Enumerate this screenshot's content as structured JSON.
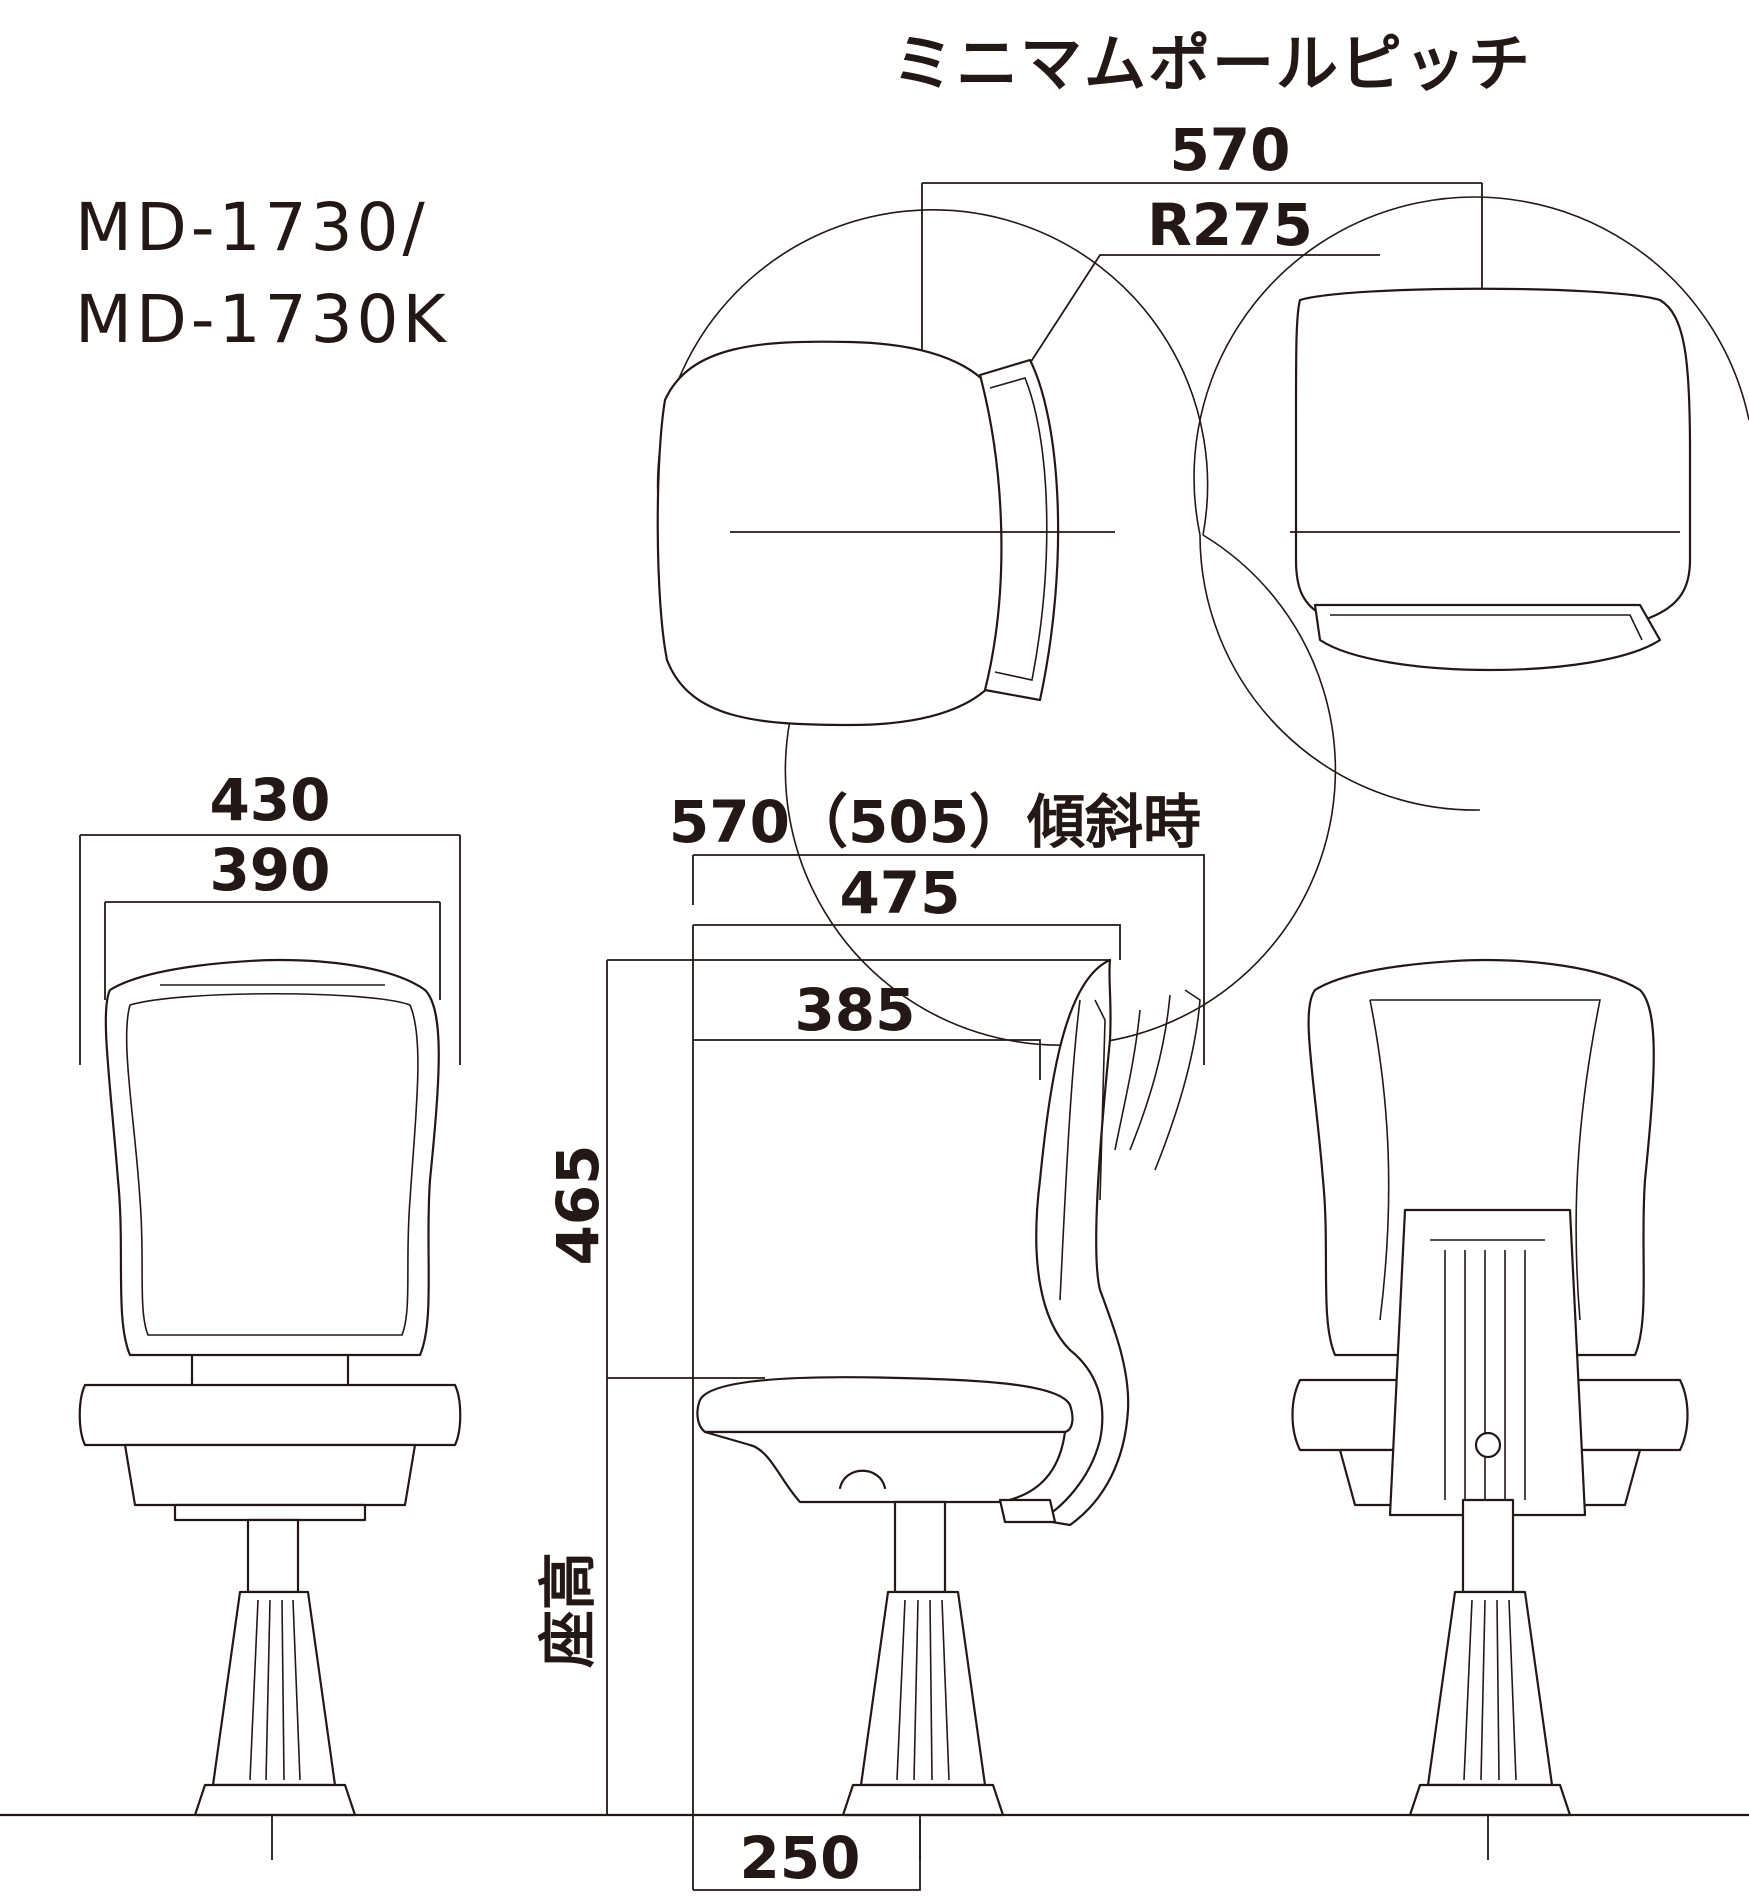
{
  "model": {
    "line1": "MD-1730/",
    "line2": "MD-1730K"
  },
  "top_view": {
    "title": "ミニマムポールピッチ",
    "pitch": "570",
    "radius": "R275"
  },
  "front_view": {
    "outer_width": "430",
    "inner_width": "390"
  },
  "side_view": {
    "depth_total": "570（505）傾斜時",
    "depth_475": "475",
    "depth_385": "385",
    "height_back": "465",
    "seat_height_label": "座高",
    "pole_offset": "250"
  }
}
